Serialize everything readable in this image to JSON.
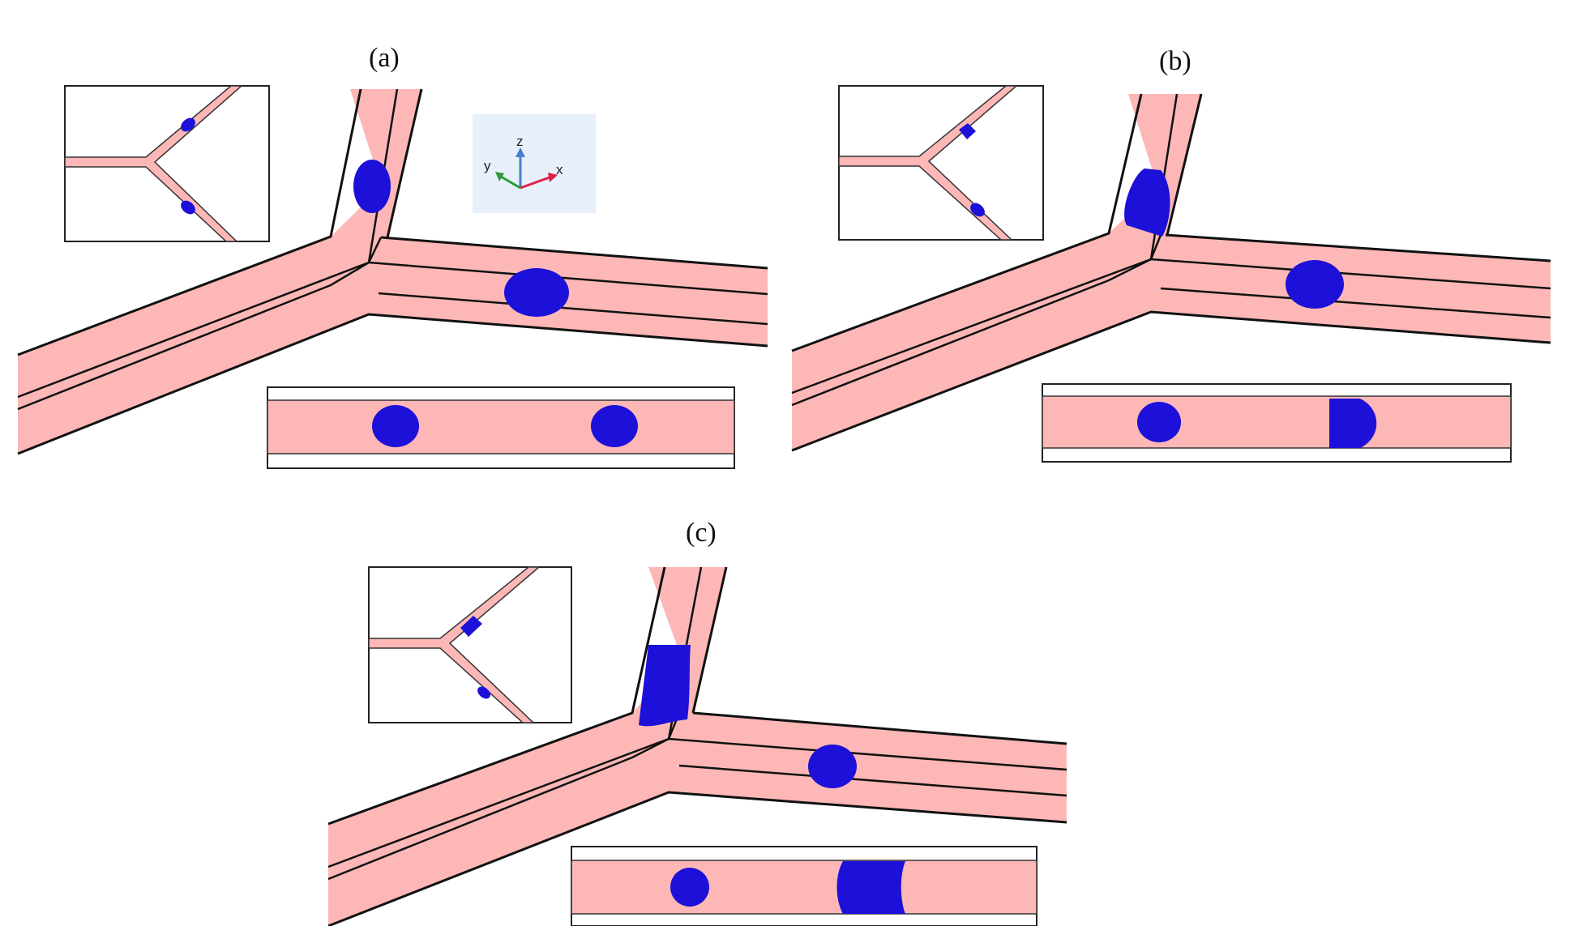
{
  "figure": {
    "panels": [
      {
        "id": "a",
        "label": "(a)"
      },
      {
        "id": "b",
        "label": "(b)"
      },
      {
        "id": "c",
        "label": "(c)"
      }
    ],
    "axes_triad": {
      "z": "z",
      "y": "y",
      "x": "x"
    },
    "colors": {
      "channel_fill": "#fdb7b7",
      "droplet": "#1d10d8",
      "outline": "#111111",
      "triad_bg": "#e8f0fb",
      "axis_x": "#e0204a",
      "axis_y": "#2e9a3a",
      "axis_z": "#4a7fd0"
    }
  }
}
